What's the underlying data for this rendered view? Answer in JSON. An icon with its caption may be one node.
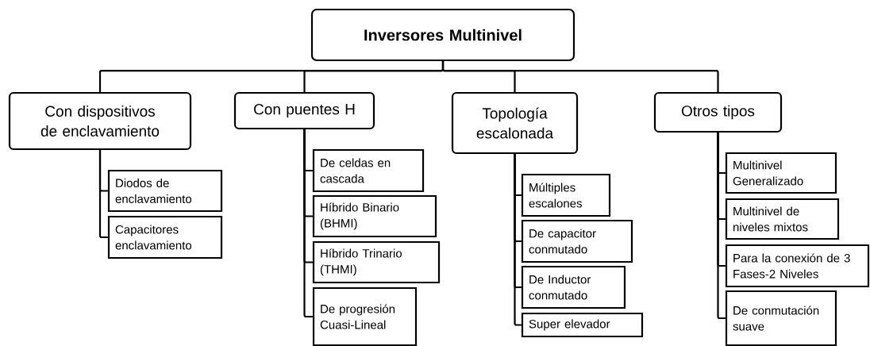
{
  "diagram": {
    "nodes": [
      {
        "text": [
          "Inversores Multinivel"
        ]
      },
      {
        "text": [
          "Con dispositivos de enclavamiento"
        ]
      },
      {
        "text": [
          "Con puentes H"
        ]
      },
      {
        "text": [
          "Topología escalonada"
        ]
      },
      {
        "text": [
          "Otros tipos"
        ]
      },
      {
        "text": [
          "Diodos de enclavamiento"
        ]
      },
      {
        "text": [
          "Capacitores enclavamiento"
        ]
      },
      {
        "text": [
          "De celdas en cascada"
        ]
      },
      {
        "text": [
          "Híbrido Binario (BHMI)"
        ]
      },
      {
        "text": [
          "Híbrido Trinario (THMI)"
        ]
      },
      {
        "text": [
          "De progresión Cuasi-Lineal"
        ]
      },
      {
        "text": [
          "Múltiples escalones"
        ]
      },
      {
        "text": [
          "De capacitor conmutado"
        ]
      },
      {
        "text": [
          "De Inductor conmutado"
        ]
      },
      {
        "text": [
          "Super elevador"
        ]
      },
      {
        "text": [
          "Multinivel Generalizado"
        ]
      },
      {
        "text": [
          "Multinivel de niveles mixtos"
        ]
      },
      {
        "text": [
          "Para la conexión de 3 Fases-2 Niveles"
        ]
      },
      {
        "text": [
          "De conmutación suave"
        ]
      }
    ],
    "edges": [
      {
        "from": 0,
        "to": 1,
        "arrow": "none"
      },
      {
        "from": 0,
        "to": 2,
        "arrow": "none"
      },
      {
        "from": 0,
        "to": 3,
        "arrow": "none"
      },
      {
        "from": 0,
        "to": 4,
        "arrow": "none"
      },
      {
        "from": 1,
        "to": 5,
        "arrow": "none"
      },
      {
        "from": 1,
        "to": 6,
        "arrow": "none"
      },
      {
        "from": 2,
        "to": 7,
        "arrow": "none"
      },
      {
        "from": 2,
        "to": 8,
        "arrow": "none"
      },
      {
        "from": 2,
        "to": 9,
        "arrow": "none"
      },
      {
        "from": 2,
        "to": 10,
        "arrow": "none"
      },
      {
        "from": 3,
        "to": 11,
        "arrow": "none"
      },
      {
        "from": 3,
        "to": 12,
        "arrow": "none"
      },
      {
        "from": 3,
        "to": 13,
        "arrow": "none"
      },
      {
        "from": 3,
        "to": 14,
        "arrow": "none"
      },
      {
        "from": 4,
        "to": 15,
        "arrow": "none"
      },
      {
        "from": 4,
        "to": 16,
        "arrow": "none"
      },
      {
        "from": 4,
        "to": 17,
        "arrow": "none"
      },
      {
        "from": 4,
        "to": 18,
        "arrow": "none"
      }
    ]
  }
}
